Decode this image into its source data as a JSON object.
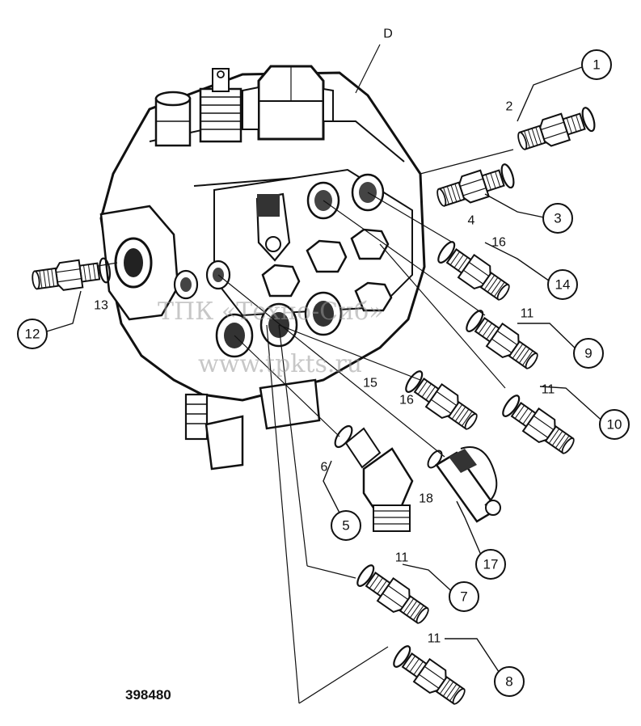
{
  "diagram": {
    "assembly_label": "D",
    "drawing_number": "398480",
    "watermark": {
      "line1": "ТПК «Техно-Сиб»",
      "line2": "www.tpkts.ru"
    },
    "callouts": {
      "c1": "1",
      "c3": "3",
      "c5": "5",
      "c7": "7",
      "c8": "8",
      "c9": "9",
      "c10": "10",
      "c12": "12",
      "c14": "14",
      "c17": "17"
    },
    "labels": {
      "l2": "2",
      "l4": "4",
      "l6": "6",
      "l11a": "11",
      "l11b": "11",
      "l11c": "11",
      "l11d": "11",
      "l13": "13",
      "l15": "15",
      "l16a": "16",
      "l16b": "16",
      "l18": "18"
    }
  }
}
